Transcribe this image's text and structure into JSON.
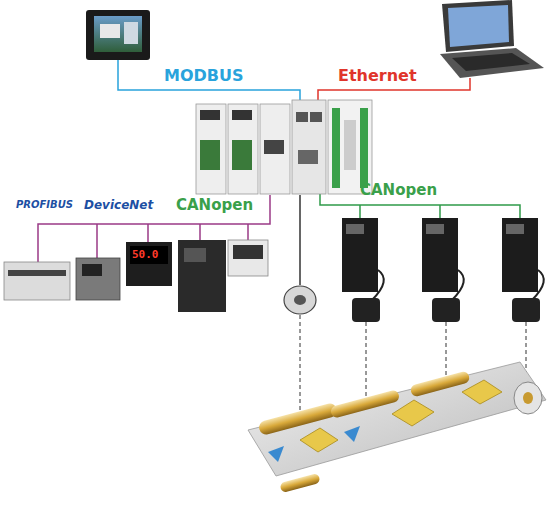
{
  "diagram": {
    "labels": [
      "MODBUS",
      "Ethernet",
      "PROFIBUS",
      "DeviceNet",
      "CANopen",
      "50.0",
      "CANopen"
    ]
  }
}
